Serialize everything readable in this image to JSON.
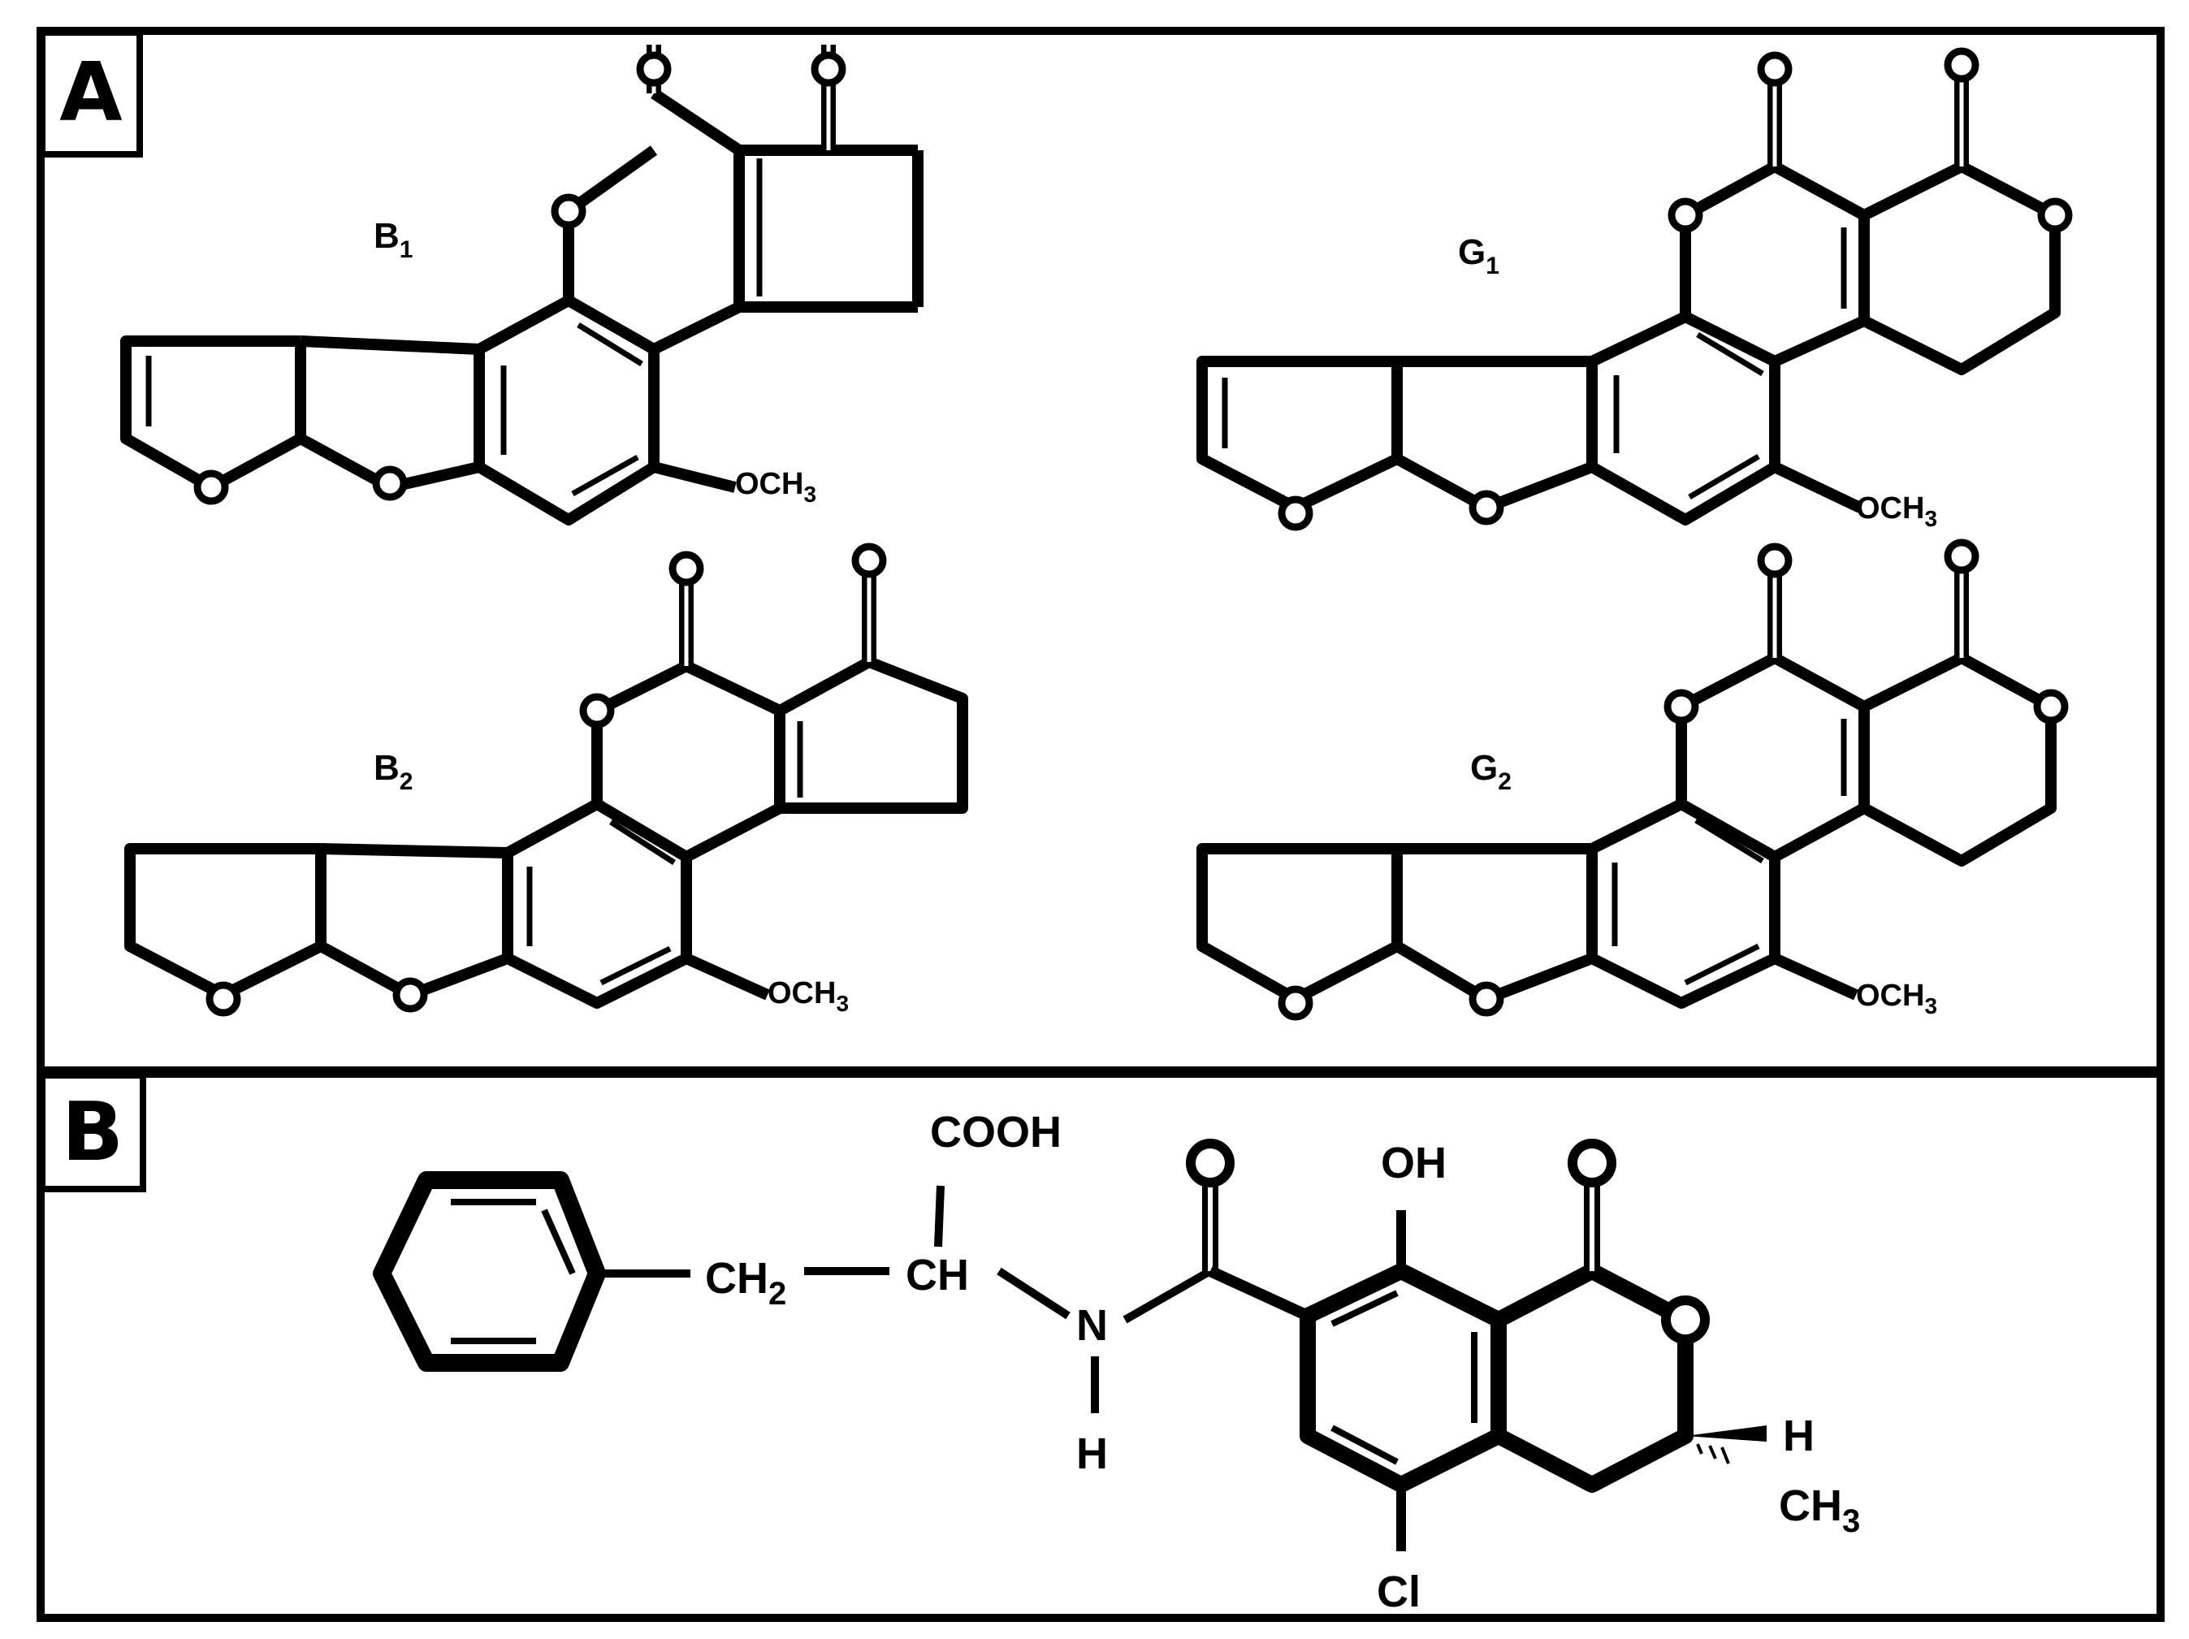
{
  "panels": [
    {
      "id": "A",
      "tag": "A"
    },
    {
      "id": "B",
      "tag": "B"
    }
  ],
  "molecules": {
    "b1": {
      "name": "B",
      "sub": "1",
      "substituent": "OCH",
      "substituent_sub": "3"
    },
    "g1": {
      "name": "G",
      "sub": "1",
      "substituent": "OCH",
      "substituent_sub": "3"
    },
    "b2": {
      "name": "B",
      "sub": "2",
      "substituent": "OCH",
      "substituent_sub": "3"
    },
    "g2": {
      "name": "G",
      "sub": "2",
      "substituent": "OCH",
      "substituent_sub": "3"
    }
  },
  "ochratoxin": {
    "cooh": "COOH",
    "ch2": "CH",
    "ch2_sub": "2",
    "ch": "CH",
    "n": "N",
    "nh": "H",
    "oh": "OH",
    "cl": "Cl",
    "h": "H",
    "ch3": "CH",
    "ch3_sub": "3"
  },
  "colors": {
    "ink": "#000000",
    "background": "#ffffff"
  }
}
